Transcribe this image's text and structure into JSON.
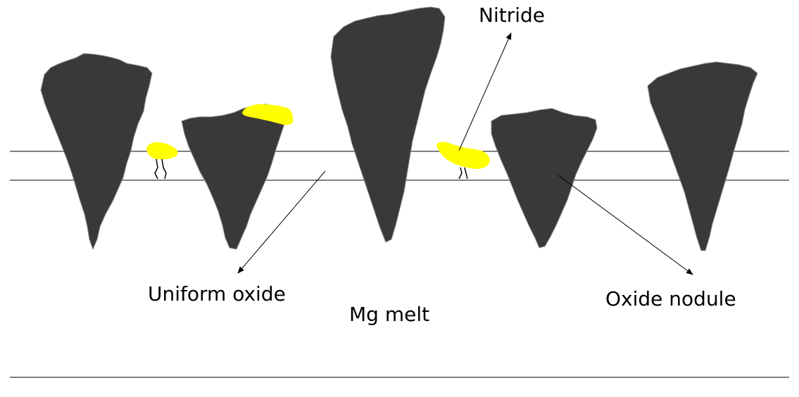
{
  "labels": {
    "nitride": "Nitride",
    "uniform_oxide": "Uniform oxide",
    "mg_melt": "Mg melt",
    "oxide_nodule": "Oxide nodule"
  },
  "colors": {
    "oxide": "#3b3838",
    "nitride": "#ffff00",
    "line": "#000000",
    "background": "#ffffff"
  }
}
